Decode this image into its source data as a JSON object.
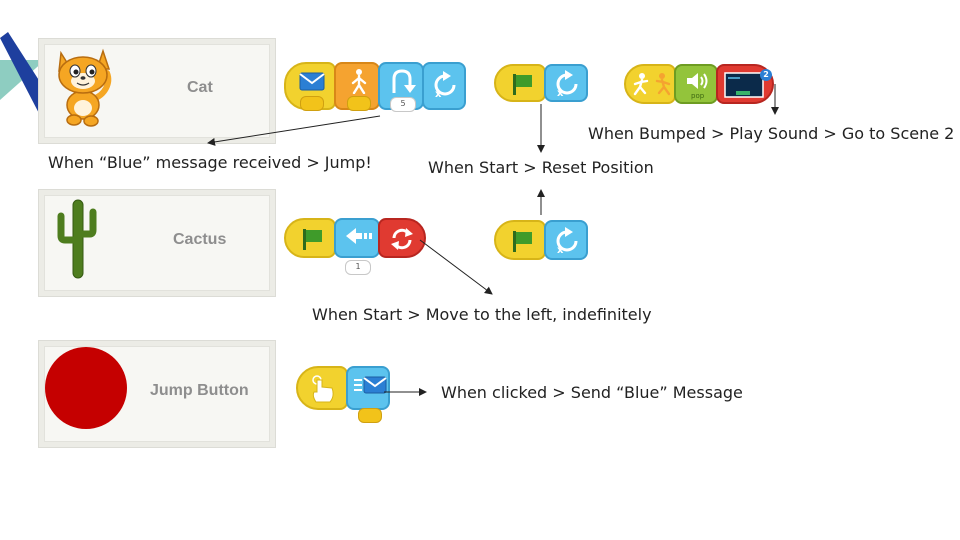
{
  "characters": [
    {
      "name": "Cat",
      "picture": "cat-sprite"
    },
    {
      "name": "Cactus",
      "picture": "cactus-sprite"
    },
    {
      "name": "Jump Button",
      "picture": "red-circle"
    }
  ],
  "captions": {
    "cat_message": "When “Blue” message received > Jump!",
    "cat_start": "When Start > Reset Position",
    "cat_bumped": "When Bumped > Play Sound > Go to Scene 2",
    "cactus_start": "When Start > Move to the left, indefinitely",
    "button_clicked": "When clicked > Send “Blue” Message"
  },
  "block_values": {
    "cat_jump_height": "5",
    "cactus_move_steps": "1",
    "sound_name": "pop",
    "scene_number": "2"
  },
  "colors": {
    "trigger_yellow": "#f2d22e",
    "control_orange": "#f5a330",
    "motion_blue": "#5cc3ee",
    "end_red": "#e03a31",
    "sound_green": "#93c43b",
    "accent_navy": "#1e3f9e",
    "accent_teal": "#8ecdc1"
  }
}
